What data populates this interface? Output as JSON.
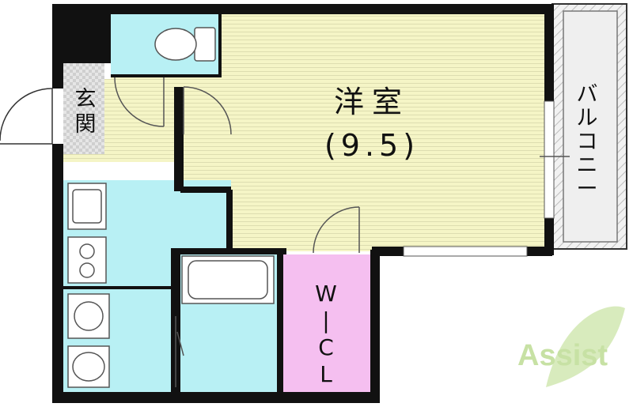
{
  "floorplan": {
    "main_room": {
      "name": "洋室",
      "size": "(9.5)"
    },
    "entrance": {
      "name": "玄\n関"
    },
    "balcony": {
      "name": "バ\nル\nコ\nニ\nー"
    },
    "closet": {
      "name": "W\n|\nC\nL"
    }
  },
  "brand": {
    "name": "Assist"
  },
  "colors": {
    "room_floor": "#f5f5c6",
    "wet_area": "#b8f0f4",
    "closet": "#f5bff0",
    "entrance_floor": "#dedede",
    "wall": "#111111",
    "brand_green": "#d8ebbd"
  }
}
